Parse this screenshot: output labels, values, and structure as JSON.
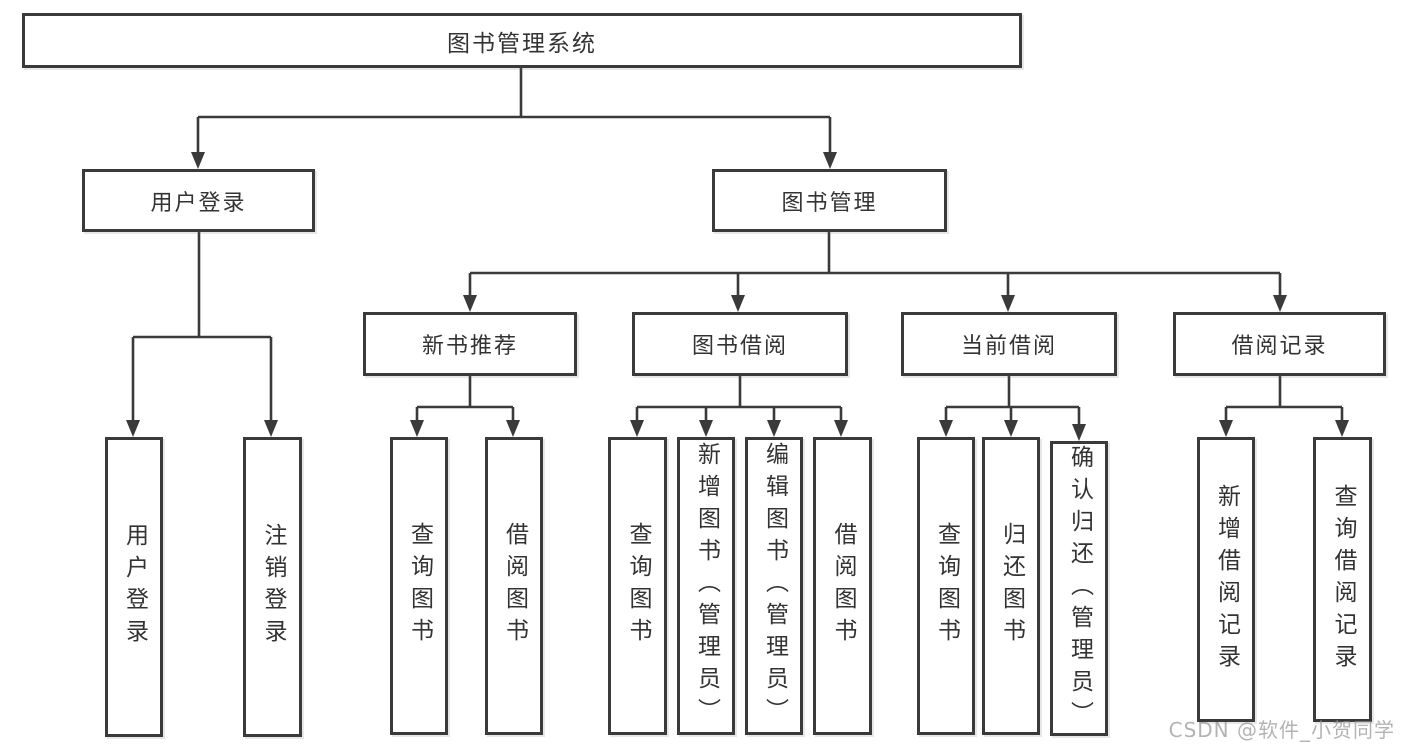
{
  "tree": {
    "label": "图书管理系统",
    "children": [
      {
        "label": "用户登录",
        "children": [
          {
            "label": "用户登录"
          },
          {
            "label": "注销登录"
          }
        ]
      },
      {
        "label": "图书管理",
        "children": [
          {
            "label": "新书推荐",
            "children": [
              {
                "label": "查询图书"
              },
              {
                "label": "借阅图书"
              }
            ]
          },
          {
            "label": "图书借阅",
            "children": [
              {
                "label": "查询图书"
              },
              {
                "label": "新增图书（管理员）"
              },
              {
                "label": "编辑图书（管理员）"
              },
              {
                "label": "借阅图书"
              }
            ]
          },
          {
            "label": "当前借阅",
            "children": [
              {
                "label": "查询图书"
              },
              {
                "label": "归还图书"
              },
              {
                "label": "确认归还（管理员）"
              }
            ]
          },
          {
            "label": "借阅记录",
            "children": [
              {
                "label": "新增借阅记录"
              },
              {
                "label": "查询借阅记录"
              }
            ]
          }
        ]
      }
    ]
  },
  "watermark": "CSDN @软件_小贺同学",
  "colors": {
    "line": "#3a3a3a",
    "box_border": "#3a3a3a",
    "text": "#333333",
    "background": "#ffffff",
    "watermark": "#969696"
  }
}
